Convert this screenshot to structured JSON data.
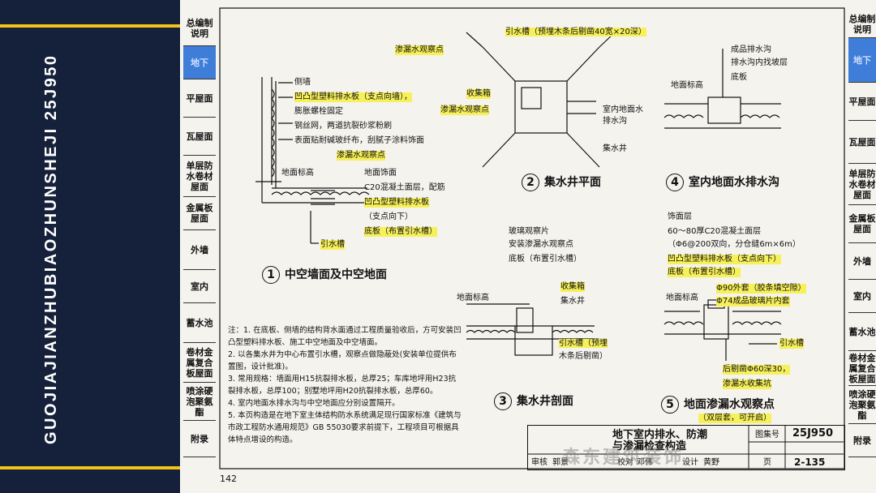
{
  "sidebar": {
    "vertical_text": "GUOJIAJIANZHUBIAOZHUNSHEJI   25J950"
  },
  "nav": {
    "left": [
      "总编制说明",
      "地下",
      "平屋面",
      "瓦屋面",
      "单层防水卷材屋面",
      "金属板屋面",
      "外墙",
      "室内",
      "蓄水池",
      "卷材金属复合板屋面",
      "喷涂硬泡聚氨酯",
      "附录"
    ],
    "right": [
      "总编制说明",
      "地下",
      "平屋面",
      "瓦屋面",
      "单层防水卷材屋面",
      "金属板屋面",
      "外墙",
      "室内",
      "蓄水池",
      "卷材金属复合板屋面",
      "喷涂硬泡聚氨酯",
      "附录"
    ],
    "active": "地下"
  },
  "d1": {
    "labels": [
      "侧墙",
      "凹凸型塑料排水板（支点向墙），",
      "膨胀螺栓固定",
      "钢丝网，两道抗裂砂浆粉刷",
      "表面贴耐碱玻纤布，刮腻子涂料饰面",
      "渗漏水观察点",
      "地面标高",
      "地面饰面",
      "C20混凝土面层，配筋",
      "凹凸型塑料排水板",
      "（支点向下）",
      "底板（布置引水槽）",
      "引水槽"
    ],
    "title": "中空墙面及中空地面",
    "num": "1"
  },
  "d2": {
    "labels": [
      "引水槽（预埋木条后剔凿40宽×20深）",
      "渗漏水观察点",
      "收集箱",
      "渗漏水观察点",
      "室内地面水",
      "排水沟",
      "集水井"
    ],
    "title": "集水井平面",
    "num": "2"
  },
  "d3": {
    "labels": [
      "玻璃观察片",
      "安装渗漏水观察点",
      "底板（布置引水槽）",
      "收集箱",
      "集水井",
      "地面标高",
      "引水槽（预埋",
      "木条后剔凿）"
    ],
    "title": "集水井剖面",
    "num": "3"
  },
  "d4": {
    "labels": [
      "成品排水沟",
      "排水沟内找坡层",
      "底板",
      "地面标高"
    ],
    "title": "室内地面水排水沟",
    "num": "4"
  },
  "d5": {
    "labels": [
      "饰面层",
      "60～80厚C20混凝土面层",
      "（Φ6@200双向，分仓缝6m×6m）",
      "凹凸型塑料排水板（支点向下）",
      "底板（布置引水槽）",
      "Φ90外套（胶条填空隙）",
      "Φ74成品玻璃片内套",
      "地面标高",
      "引水槽",
      "后剔凿Φ60深30，",
      "渗漏水收集坑"
    ],
    "title": "地面渗漏水观察点",
    "sub": "（双层套，可开启）",
    "num": "5"
  },
  "notes": [
    "注：1. 在底板、侧墙的结构背水面通过工程质量验收后，方可安装凹凸型塑料排水板、施工中空地面及中空墙面。",
    "2. 以各集水井为中心布置引水槽，观察点做隐蔽处(安装单位提供布置图，设计批准)。",
    "3. 常用规格：墙面用H15抗裂排水板，总厚25；车库地坪用H23抗裂排水板，总厚100；别墅地坪用H20抗裂排水板，总厚60。",
    "4. 室内地面水排水沟与中空地面应分别设置隔开。",
    "5. 本页构造是在地下室主体结构防水系统满足现行国家标准《建筑与市政工程防水通用规范》GB 55030要求前提下，工程项目可根据具体特点增设的构造。"
  ],
  "titleblock": {
    "title1": "地下室内排水、防潮",
    "title2": "与渗漏检查构造",
    "atlas_label": "图集号",
    "atlas_no": "25J950",
    "page_label": "页",
    "page_no": "2-135",
    "sign": [
      "审核",
      "郭景",
      "校对",
      "邓伟",
      "设计",
      "黄野"
    ]
  },
  "page_number": "142",
  "watermark": "森东建筑装饰"
}
